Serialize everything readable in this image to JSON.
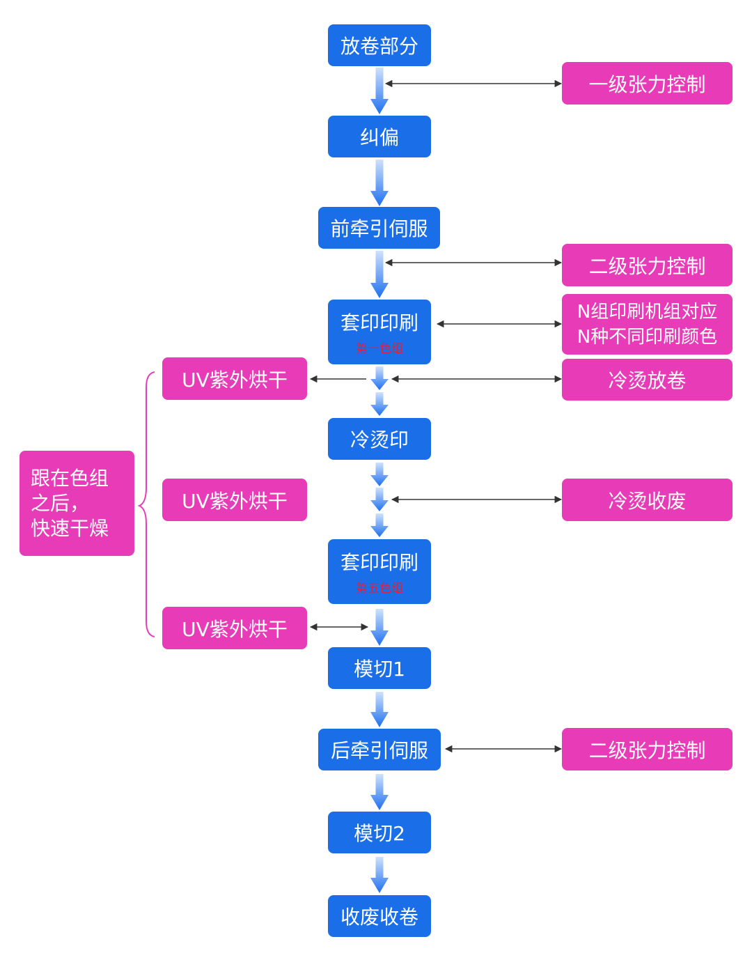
{
  "flow": {
    "unwind": "放卷部分",
    "correction": "纠偏",
    "front_servo": "前牵引伺服",
    "print1": {
      "title": "套印印刷",
      "sub": "第一色组"
    },
    "cold_foil": "冷烫印",
    "print5": {
      "title": "套印印刷",
      "sub": "第五色组"
    },
    "die_cut1": "模切1",
    "rear_servo": "后牵引伺服",
    "die_cut2": "模切2",
    "waste_rewind": "收废收卷"
  },
  "side": {
    "tension1": "一级张力控制",
    "tension2": "二级张力控制",
    "n_groups": [
      "N组印刷机组对应",
      "N种不同印刷颜色"
    ],
    "cold_unwind": "冷烫放卷",
    "cold_waste": "冷烫收废",
    "tension3": "二级张力控制",
    "uv1": "UV紫外烘干",
    "uv2": "UV紫外烘干",
    "uv3": "UV紫外烘干",
    "note": [
      "跟在色组",
      "之后，",
      "快速干燥"
    ]
  },
  "colors": {
    "node_blue": "#1a6fe8",
    "side_pink": "#e83bb8",
    "sub_red": "#e0203c",
    "arrow_grad_top": "#cfe2fb",
    "arrow_grad_bottom": "#1d6ff0",
    "connector": "#333333",
    "brace": "#e83bb8"
  }
}
